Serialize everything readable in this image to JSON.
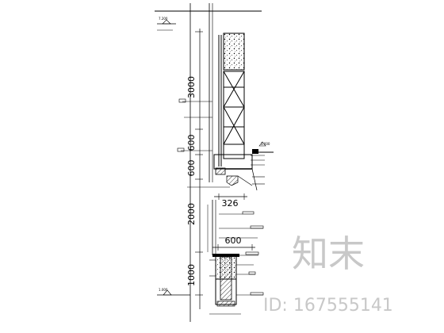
{
  "drawing": {
    "levels": {
      "top": "7.200",
      "right": "3.000",
      "bottom": "1.000"
    },
    "dimensions": {
      "d3000": "3000",
      "d600a": "600",
      "d600b": "600",
      "d2000": "2000",
      "d1000": "1000",
      "d326": "326",
      "d600h": "600"
    }
  },
  "watermark": {
    "logo_text": "知末",
    "id_text": "ID: 167555141"
  }
}
